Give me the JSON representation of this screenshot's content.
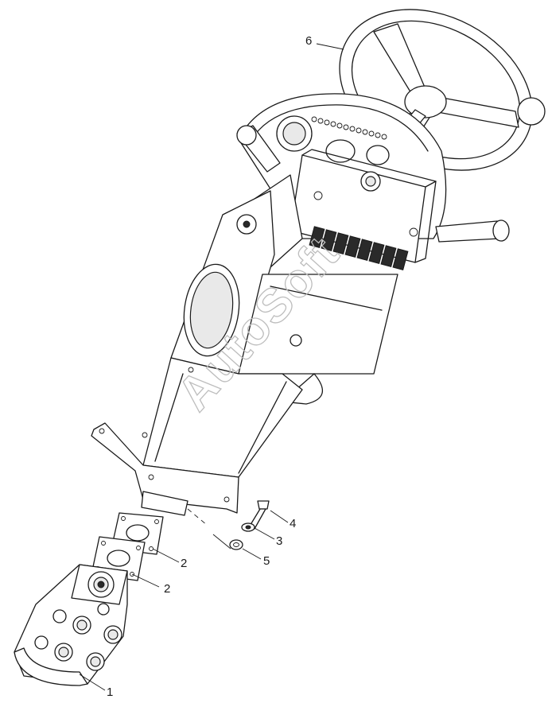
{
  "watermark": "AutoSoft",
  "callouts": [
    {
      "label": "6"
    },
    {
      "label": "4"
    },
    {
      "label": "3"
    },
    {
      "label": "5"
    },
    {
      "label": "2"
    },
    {
      "label": "2"
    },
    {
      "label": "1"
    }
  ]
}
